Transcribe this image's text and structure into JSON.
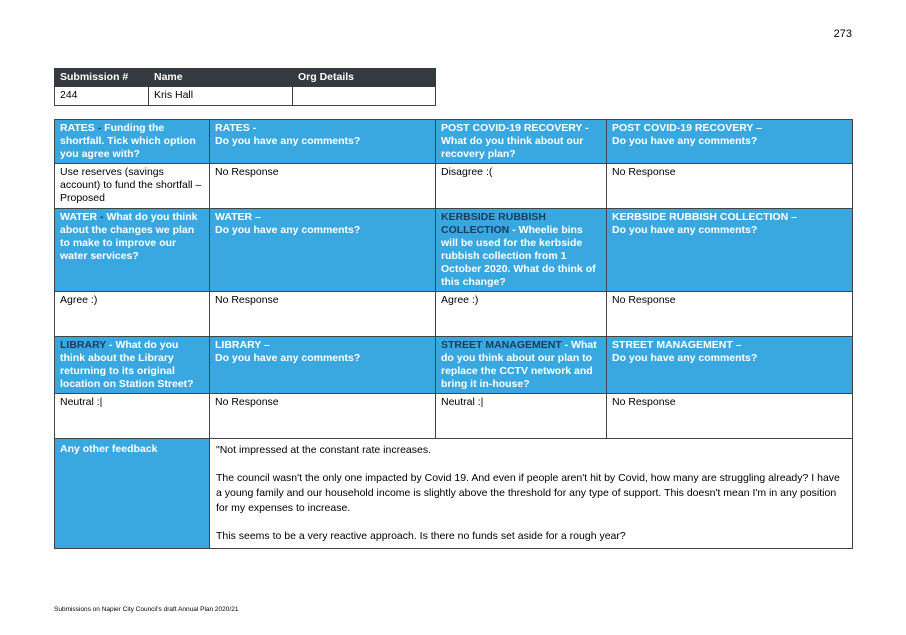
{
  "page_number": "273",
  "submission": {
    "headers": [
      "Submission #",
      "Name",
      "Org Details"
    ],
    "values": [
      "244",
      "Kris Hall",
      ""
    ]
  },
  "rates": {
    "q_title": "RATES",
    "q_body": "Funding the shortfall. Tick which option you agree with?",
    "c_title": "RATES -",
    "c_body": "Do you have any comments?",
    "answer": "Use reserves (savings account) to fund the shortfall – Proposed",
    "comment": "No Response"
  },
  "covid": {
    "q_title": "POST COVID-19 RECOVERY -",
    "q_body": "What do you think about our recovery plan?",
    "c_title": "POST COVID-19 RECOVERY –",
    "c_body": "Do you have any comments?",
    "answer": "Disagree :(",
    "comment": "No Response"
  },
  "water": {
    "q_title": "WATER",
    "q_body": "What do you think about the changes we plan to make to improve our water services?",
    "c_title": "WATER –",
    "c_body": "Do you have any comments?",
    "answer": "Agree :)",
    "comment": "No Response"
  },
  "kerbside": {
    "q_title": "KERBSIDE RUBBISH COLLECTION",
    "q_body": "Wheelie bins will be used for the kerbside rubbish collection from 1 October 2020. What do think of this change?",
    "c_title": "KERBSIDE RUBBISH COLLECTION –",
    "c_body": "Do you have any comments?",
    "answer": "Agree :)",
    "comment": "No Response"
  },
  "library": {
    "q_title": "LIBRARY",
    "q_body": "What do you think about the Library returning to its original location on Station Street?",
    "c_title": "LIBRARY –",
    "c_body": "Do you have any comments?",
    "answer": "Neutral :|",
    "comment": "No Response"
  },
  "street": {
    "q_title": "STREET MANAGEMENT",
    "q_body": "What do you think about our plan to replace the CCTV network and bring it in-house?",
    "c_title": "STREET MANAGEMENT –",
    "c_body": "Do you have any comments?",
    "answer": "Neutral :|",
    "comment": "No Response"
  },
  "feedback": {
    "label": "Any other feedback",
    "paragraphs": [
      "\"Not impressed at the constant rate increases.",
      "The council wasn't the only one impacted by Covid 19. And even if people aren't hit by Covid, how many are struggling already? I have a young family and our household income is slightly above the threshold for any type of support. This doesn't mean I'm in any position for my expenses to increase.",
      "This seems to be a very reactive approach. Is there no funds set aside for a rough year?"
    ]
  },
  "footer": "Submissions on Napier City Council's draft Annual Plan 2020/21"
}
